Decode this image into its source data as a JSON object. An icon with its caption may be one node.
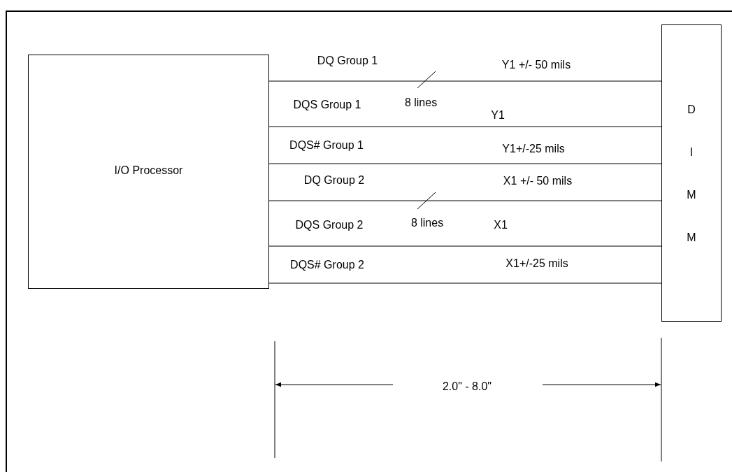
{
  "diagram": {
    "nodes": [
      {
        "text": [
          "I/O Processor"
        ]
      },
      {
        "text": [
          "D I M M"
        ]
      }
    ],
    "edges": [
      {
        "from": 0,
        "to": 1,
        "arrow": "none",
        "label": "DQ Group 1"
      },
      {
        "from": 0,
        "to": 1,
        "arrow": "none",
        "label": "DQS Group 1"
      },
      {
        "from": 0,
        "to": 1,
        "arrow": "none",
        "label": "DQS# Group 1"
      },
      {
        "from": 0,
        "to": 1,
        "arrow": "none",
        "label": "DQ Group 2"
      },
      {
        "from": 0,
        "to": 1,
        "arrow": "none",
        "label": "DQS Group 2"
      },
      {
        "from": 0,
        "to": 1,
        "arrow": "none",
        "label": "DQS# Group 2"
      }
    ],
    "labels": [
      "Y1 +/- 50 mils",
      "8 lines",
      "Y1",
      "Y1+/-25 mils",
      "X1 +/- 50 mils",
      "8 lines",
      "X1",
      "X1+/-25 mils",
      "2.0\" - 8.0\""
    ]
  }
}
